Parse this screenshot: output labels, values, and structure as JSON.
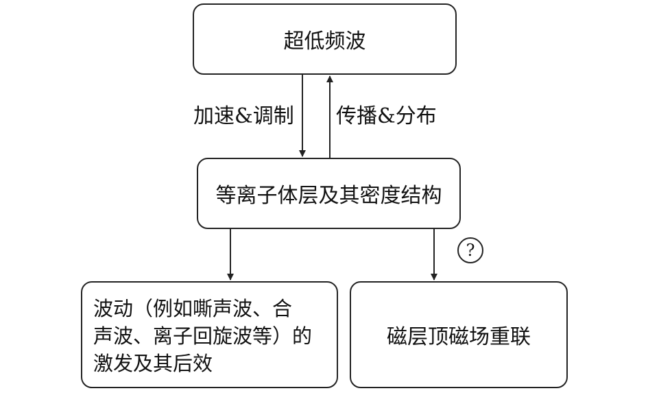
{
  "boxes": {
    "top": "超低频波",
    "middle": "等离子体层及其密度结构",
    "bottom_left": "波动（例如嘶声波、合\n声波、离子回旋波等）的\n激发及其后效",
    "bottom_right": "磁层顶磁场重联"
  },
  "edges": {
    "down_label": "加速&调制",
    "up_label": "传播&分布",
    "uncertain_marker": "?"
  }
}
